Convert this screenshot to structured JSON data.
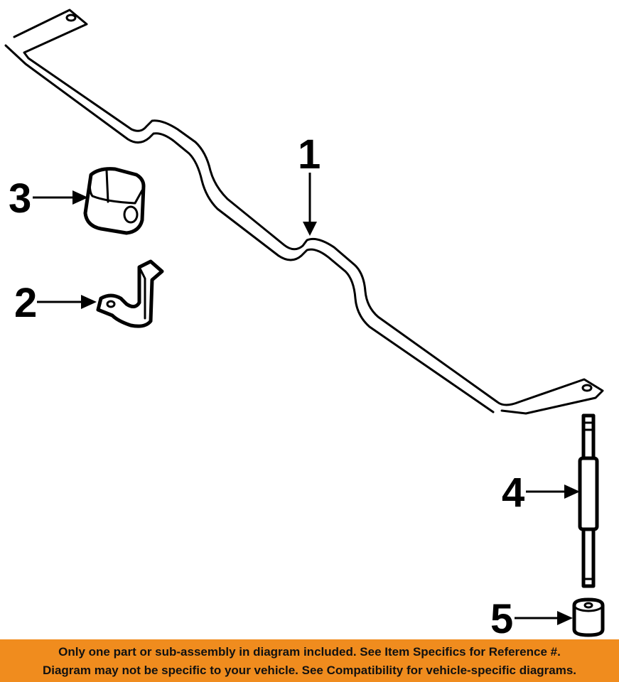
{
  "callouts": [
    {
      "number": "1",
      "part": "stabilizer-bar"
    },
    {
      "number": "2",
      "part": "bracket"
    },
    {
      "number": "3",
      "part": "bushing"
    },
    {
      "number": "4",
      "part": "link"
    },
    {
      "number": "5",
      "part": "bushing"
    }
  ],
  "disclaimer": {
    "line1": "Only one part or sub-assembly in diagram included. See Item Specifics for Reference #.",
    "line2": "Diagram may not be specific to your vehicle. See Compatibility for vehicle-specific diagrams.",
    "background_color": "#f08c1e"
  }
}
